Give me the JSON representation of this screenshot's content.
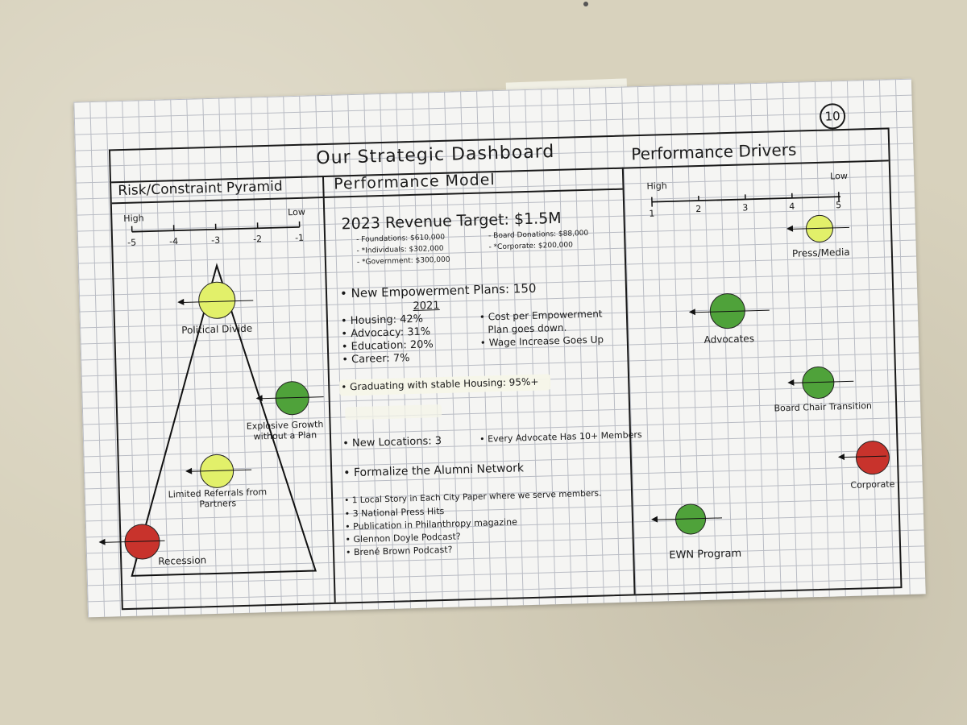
{
  "page_number": "10",
  "title": "Our Strategic Dashboard",
  "risk_pyramid": {
    "heading": "Risk/Constraint Pyramid",
    "axis_high": "High",
    "axis_low": "Low",
    "ticks": [
      "-5",
      "-4",
      "-3",
      "-2",
      "-1"
    ],
    "items": [
      {
        "label": "Political Divide",
        "color": "#e2f06a"
      },
      {
        "label": "Explosive Growth without a Plan",
        "color": "#4fa23a"
      },
      {
        "label": "Limited Referrals from Partners",
        "color": "#e2f06a"
      },
      {
        "label": "Recession",
        "color": "#c8332c"
      }
    ]
  },
  "performance_model": {
    "heading": "Performance Model",
    "revenue_target": "2023 Revenue Target: $1.5M",
    "revenue_lines_left": [
      "- Foundations: $610,000",
      "- *Individuals: $302,000",
      "- *Government: $300,000"
    ],
    "revenue_lines_right": [
      "- Board Donations: $88,000",
      "- *Corporate: $200,000"
    ],
    "plans_heading": "• New Empowerment Plans: 150",
    "year": "2021",
    "categories": [
      "• Housing: 42%",
      "• Advocacy: 31%",
      "• Education: 20%",
      "• Career: 7%"
    ],
    "notes": [
      "• Cost per Empowerment",
      "Plan goes down.",
      "• Wage Increase Goes Up"
    ],
    "graduating": "• Graduating with stable Housing: 95%+",
    "locations": "• New Locations: 3",
    "advocates_members": "• Every Advocate Has 10+ Members",
    "alumni": "• Formalize the Alumni Network",
    "press_lines": [
      "• 1 Local Story in Each City Paper where we serve members.",
      "• 3 National Press Hits",
      "• Publication in Philanthropy magazine",
      "• Glennon Doyle Podcast?",
      "• Brené Brown Podcast?"
    ]
  },
  "performance_drivers": {
    "heading": "Performance Drivers",
    "axis_high": "High",
    "axis_low": "Low",
    "ticks": [
      "1",
      "2",
      "3",
      "4",
      "5"
    ],
    "items": [
      {
        "label": "Press/Media",
        "color": "#e2f06a"
      },
      {
        "label": "Advocates",
        "color": "#4fa23a"
      },
      {
        "label": "Board Chair Transition",
        "color": "#4fa23a"
      },
      {
        "label": "Corporate",
        "color": "#c8332c"
      },
      {
        "label": "EWN Program",
        "color": "#4fa23a"
      }
    ]
  }
}
